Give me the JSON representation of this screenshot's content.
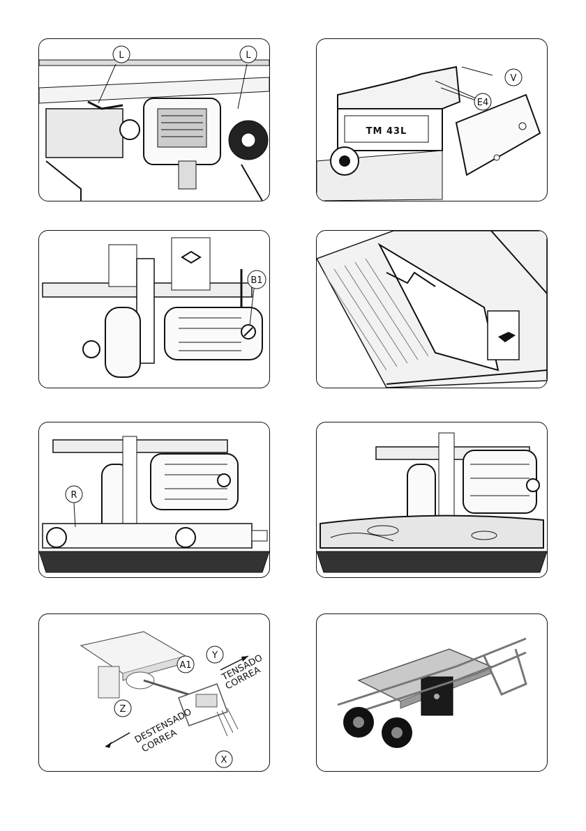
{
  "figures": [
    {
      "id": "fig1",
      "callouts": [
        "L",
        "L"
      ]
    },
    {
      "id": "fig2",
      "callouts": [
        "V",
        "E4"
      ],
      "plate_text": "TM 43L"
    },
    {
      "id": "fig3",
      "callouts": [
        "B1"
      ]
    },
    {
      "id": "fig4",
      "callouts": []
    },
    {
      "id": "fig5",
      "callouts": [
        "R"
      ]
    },
    {
      "id": "fig6",
      "callouts": []
    },
    {
      "id": "fig7",
      "callouts": [
        "A1",
        "Y",
        "Z",
        "X"
      ],
      "arrow_labels": {
        "tension_1": "TENSADO",
        "tension_2": "CORREA",
        "release_1": "DESTENSADO",
        "release_2": "CORREA"
      }
    },
    {
      "id": "fig8",
      "callouts": []
    }
  ]
}
